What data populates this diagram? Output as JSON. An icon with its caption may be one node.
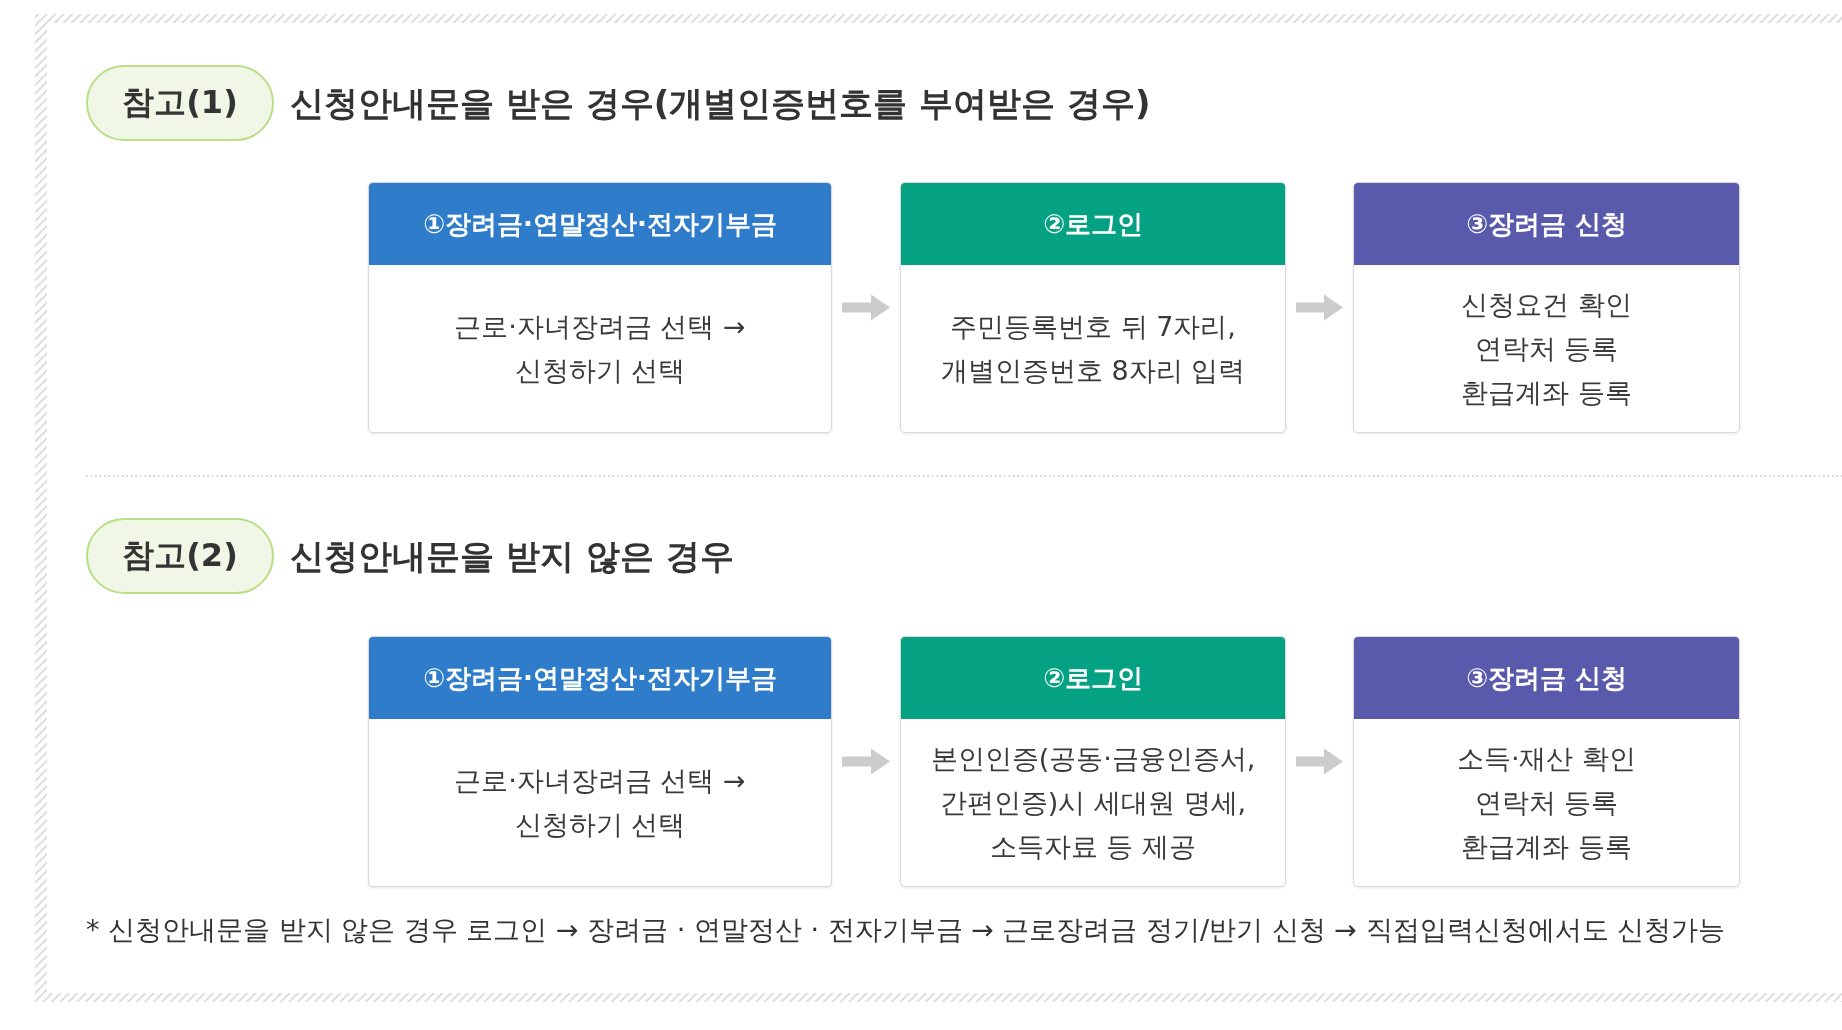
{
  "diagram": {
    "nodes": [
      {
        "text": [
          "참고(1)"
        ],
        "beside": [
          "신청안내문을 받은 경우(개별인증번호를 부여받은 경우)"
        ]
      },
      {
        "text": [
          "①장려금·연말정산·전자기부금",
          "근로·자녀장려금 선택 → 신청하기 선택"
        ]
      },
      {
        "text": [
          "②로그인",
          "주민등록번호 뒤 7자리, 개별인증번호 8자리 입력"
        ]
      },
      {
        "text": [
          "③장려금 신청",
          "신청요건 확인 연락처 등록 환급계좌 등록"
        ]
      },
      {
        "text": [
          "참고(2)"
        ],
        "beside": [
          "신청안내문을 받지 않은 경우"
        ]
      },
      {
        "text": [
          "①장려금·연말정산·전자기부금",
          "근로·자녀장려금 선택 → 신청하기 선택"
        ]
      },
      {
        "text": [
          "②로그인",
          "본인인증(공동·금융인증서, 간편인증)시 세대원 명세, 소득자료 등 제공"
        ]
      },
      {
        "text": [
          "③장려금 신청",
          "소득·재산 확인 연락처 등록 환급계좌 등록"
        ]
      }
    ],
    "edges": [
      {
        "from": 1,
        "to": 2,
        "arrow": "to"
      },
      {
        "from": 2,
        "to": 3,
        "arrow": "to"
      },
      {
        "from": 5,
        "to": 6,
        "arrow": "to"
      },
      {
        "from": 6,
        "to": 7,
        "arrow": "to"
      }
    ],
    "labels": [
      "* 신청안내문을 받지 않은 경우 로그인 → 장려금 · 연말정산 · 전자기부금 → 근로장려금 정기/반기 신청 → 직접입력신청에서도 신청가능"
    ]
  }
}
